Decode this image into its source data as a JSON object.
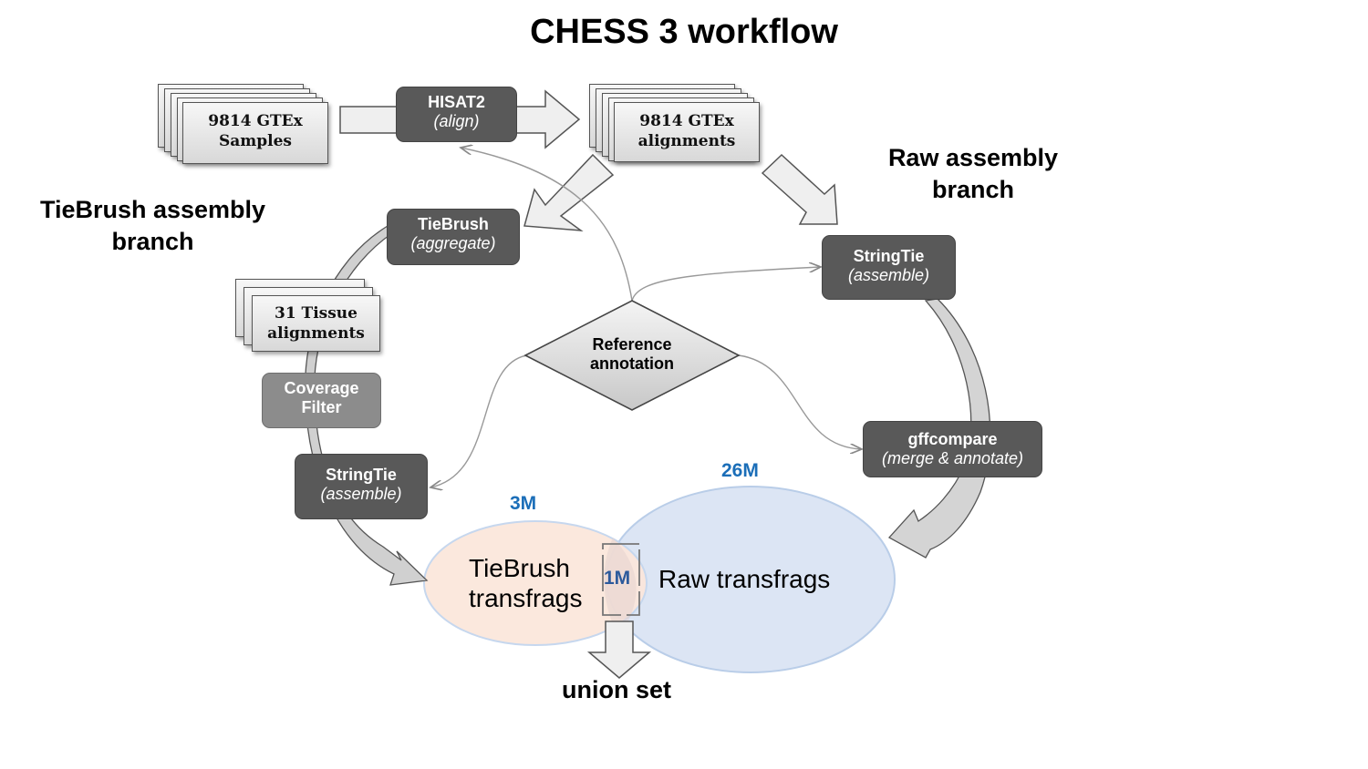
{
  "title": "CHESS 3 workflow",
  "branches": {
    "tiebrush": [
      "TieBrush assembly",
      "branch"
    ],
    "raw": [
      "Raw assembly",
      "branch"
    ]
  },
  "inputs": {
    "samples": [
      "9814 GTEx",
      "Samples"
    ],
    "alignments": [
      "9814 GTEx",
      "alignments"
    ],
    "tissue": [
      "31 Tissue",
      "alignments"
    ]
  },
  "tools": {
    "hisat2": {
      "name": "HISAT2",
      "desc": "(align)"
    },
    "tiebrush": {
      "name": "TieBrush",
      "desc": "(aggregate)"
    },
    "coverage": {
      "name": "Coverage",
      "desc": "Filter"
    },
    "stringtie_left": {
      "name": "StringTie",
      "desc": "(assemble)"
    },
    "stringtie_right": {
      "name": "StringTie",
      "desc": "(assemble)"
    },
    "gffcompare": {
      "name": "gffcompare",
      "desc": "(merge & annotate)"
    }
  },
  "reference": [
    "Reference",
    "annotation"
  ],
  "venn": {
    "tiebrush_count": "3M",
    "raw_count": "26M",
    "overlap_count": "1M",
    "tiebrush_label": [
      "TieBrush",
      "transfrags"
    ],
    "raw_label": "Raw transfrags",
    "union_label": "union set"
  },
  "colors": {
    "tool_box": "#595959",
    "tool_box_light": "#8c8c8c",
    "count_blue": "#1b6eb8",
    "tiebrush_fill": "#fbe5d6",
    "raw_fill": "#dae3f3"
  }
}
